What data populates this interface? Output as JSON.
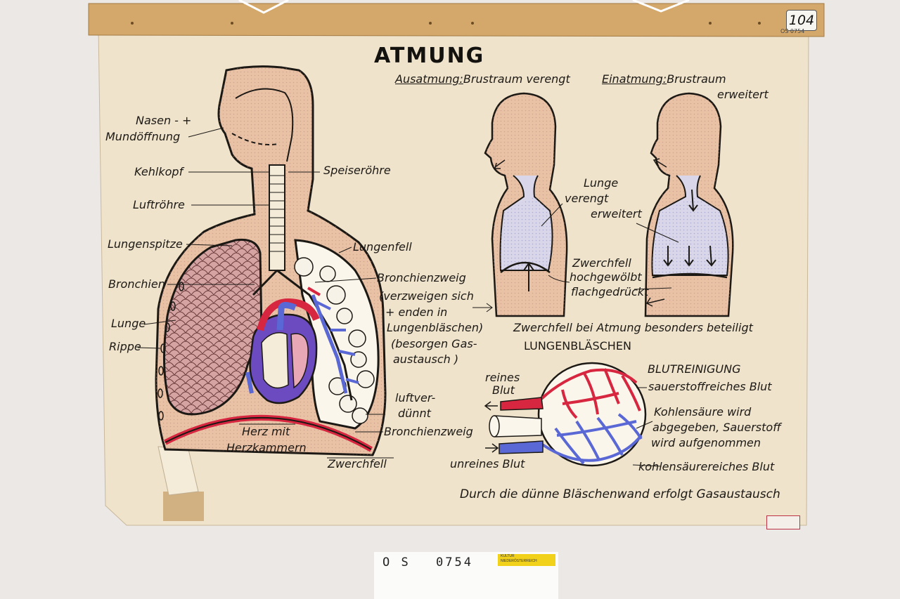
{
  "poster": {
    "title": "ATMUNG",
    "catalog_tag": "104",
    "catalog_tag_small": "OS 0754"
  },
  "breathing": {
    "exhale_label": "Ausatmung:",
    "exhale_text": "Brustraum verengt",
    "inhale_label": "Einatmung:",
    "inhale_text": "Brustraum",
    "inhale_text2": "erweitert",
    "lunge": "Lunge",
    "verengt": "verengt",
    "erweitert": "erweitert",
    "zwerchfell": "Zwerchfell",
    "hochgewoelbt": "hochgewölbt",
    "flachgedrueckt": "flachgedrückt",
    "note": "Zwerchfell bei Atmung besonders beteiligt"
  },
  "torso_labels": {
    "nasen": "Nasen - +",
    "mundoeffnung": "Mundöffnung",
    "kehlkopf": "Kehlkopf",
    "speiseroehre": "Speiseröhre",
    "luftroehre": "Luftröhre",
    "lungenspitze": "Lungenspitze",
    "lungenfell": "Lungenfell",
    "bronchien": "Bronchien",
    "bronchienzweig": "Bronchienzweig",
    "verzweigen_1": "(verzweigen sich",
    "verzweigen_2": "+ enden in",
    "verzweigen_3": "Lungenbläschen)",
    "verzweigen_4": "(besorgen Gas-",
    "verzweigen_5": "austausch )",
    "lunge": "Lunge",
    "rippe": "Rippe",
    "luftverduennt_1": "luftver-",
    "luftverduennt_2": "dünnt",
    "bronchienzweig_2": "Bronchienzweig",
    "herz_1": "Herz mit",
    "herz_2": "Herzkammern",
    "zwerchfell": "Zwerchfell"
  },
  "alveoli": {
    "heading": "LUNGENBLÄSCHEN",
    "reines_1": "reines",
    "reines_2": "Blut",
    "blutreinigung": "BLUTREINIGUNG",
    "sauerstoffreich": "sauerstoffreiches Blut",
    "kohlensaeure_1": "Kohlensäure wird",
    "kohlensaeure_2": "abgegeben, Sauerstoff",
    "kohlensaeure_3": "wird aufgenommen",
    "unreines": "unreines Blut",
    "kohlensaeurereich": "kohlensäurereiches Blut",
    "gasaustausch": "Durch die dünne Bläschenwand erfolgt Gasaustausch"
  },
  "museum_card": {
    "prefix": "O S",
    "number": "0754",
    "badge_1": "KULTUR",
    "badge_2": "NIEDERÖSTERREICH"
  },
  "colors": {
    "paper": "#efe3cc",
    "skin": "#e9c2a6",
    "artery_red": "#d7263f",
    "vein_blue": "#5a68d6",
    "rail": "#d4a86a"
  }
}
